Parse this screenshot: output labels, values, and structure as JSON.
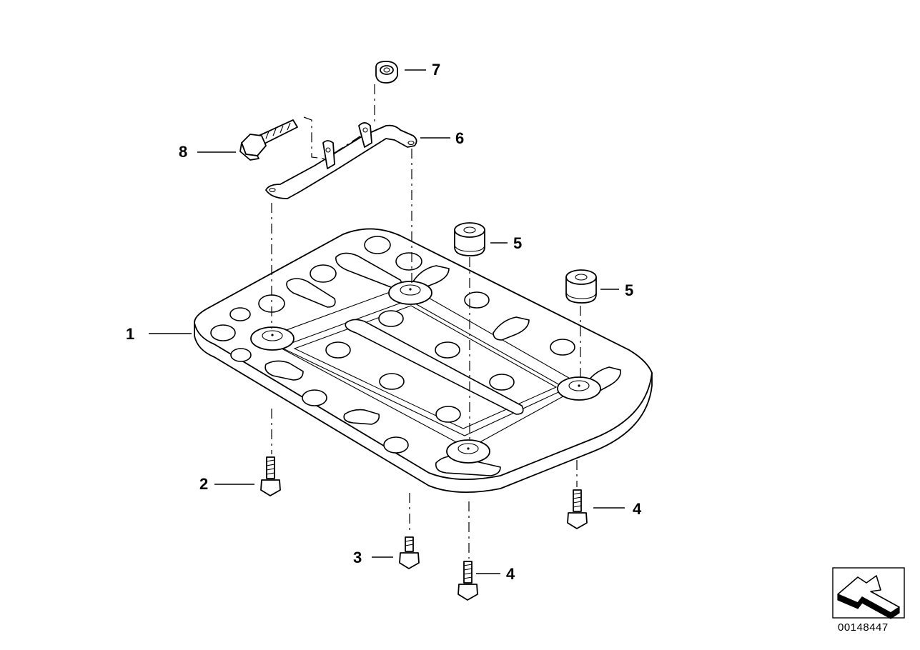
{
  "callouts": [
    {
      "id": "1",
      "label": "1"
    },
    {
      "id": "2",
      "label": "2"
    },
    {
      "id": "3",
      "label": "3"
    },
    {
      "id": "4a",
      "label": "4"
    },
    {
      "id": "4b",
      "label": "4"
    },
    {
      "id": "5a",
      "label": "5"
    },
    {
      "id": "5b",
      "label": "5"
    },
    {
      "id": "6",
      "label": "6"
    },
    {
      "id": "7",
      "label": "7"
    },
    {
      "id": "8",
      "label": "8"
    }
  ],
  "document_number": "00148447",
  "icons": {
    "orientation_arrow": "direction-arrow-icon"
  }
}
